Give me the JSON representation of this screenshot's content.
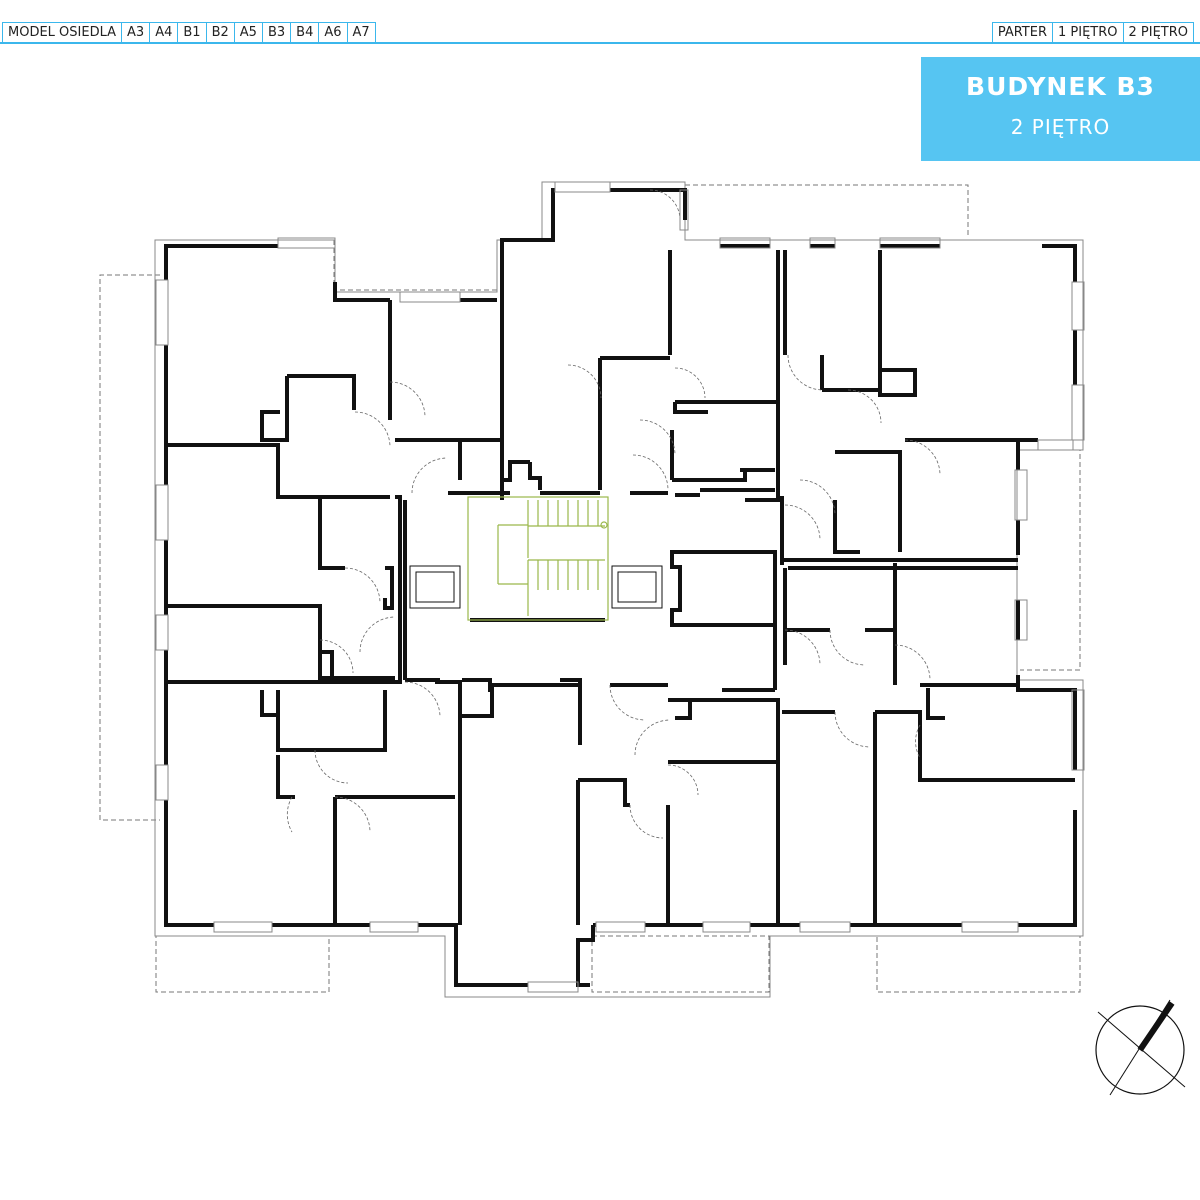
{
  "nav_left": [
    "MODEL OSIEDLA",
    "A3",
    "A4",
    "B1",
    "B2",
    "A5",
    "B3",
    "B4",
    "A6",
    "A7"
  ],
  "nav_right": [
    "PARTER",
    "1 PIĘTRO",
    "2 PIĘTRO"
  ],
  "building": {
    "name": "BUDYNEK B3",
    "floor": "2 PIĘTRO"
  },
  "colors": {
    "accent": "#3bb7ec",
    "title_bg": "#56c5f2",
    "stairs": "#9ab84a",
    "wall": "#111111"
  },
  "icons": {
    "compass": "north-arrow-compass-icon"
  }
}
